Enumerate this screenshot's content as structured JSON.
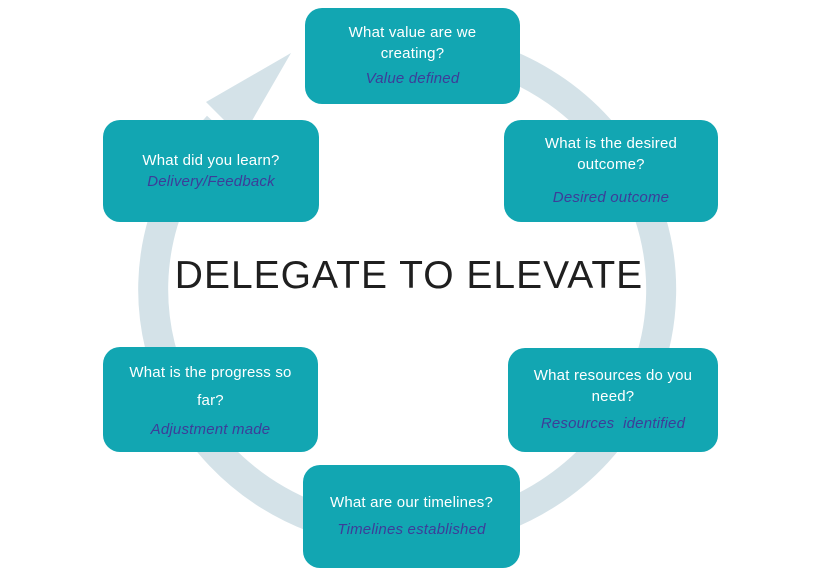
{
  "diagram": {
    "title": "DELEGATE TO ELEVATE",
    "colors": {
      "box": "#12a6b2",
      "ring": "#d4e2e8",
      "question": "#ffffff",
      "subtext": "#3d3d99",
      "title": "#1f1f1f"
    },
    "boxes": [
      {
        "question": "What value are we creating?",
        "subtext": "Value defined"
      },
      {
        "question": "What is the desired outcome?",
        "subtext": "Desired outcome"
      },
      {
        "question": "What resources do you need?",
        "subtext": "Resources  identified"
      },
      {
        "question": "What are our timelines?",
        "subtext": "Timelines established"
      },
      {
        "question": "What is the progress so far?",
        "subtext": "Adjustment made"
      },
      {
        "question": "What did you learn?",
        "subtext": "Delivery/Feedback"
      }
    ]
  }
}
